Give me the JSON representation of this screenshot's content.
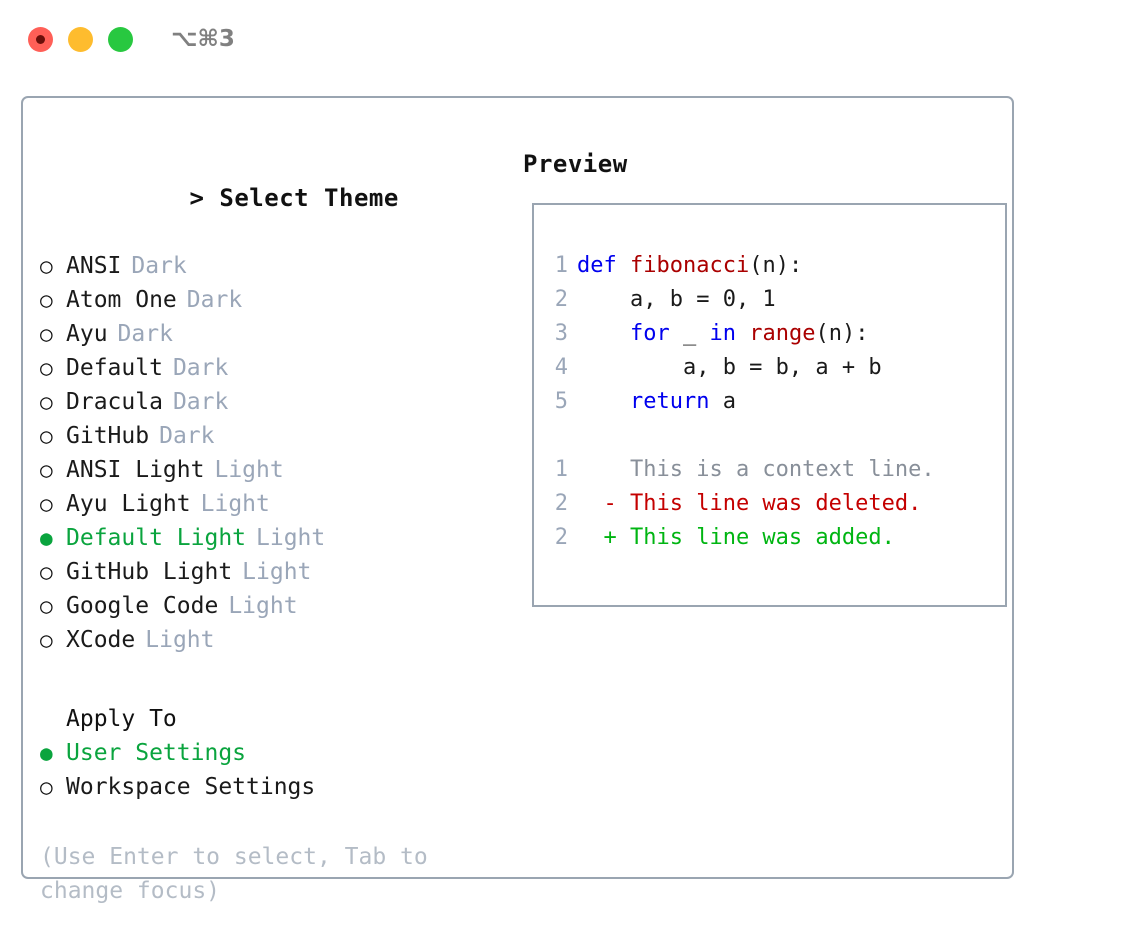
{
  "titlebar": {
    "shortcut": "⌥⌘3",
    "buttons": [
      "close",
      "minimize",
      "maximize"
    ]
  },
  "theme_picker": {
    "heading": "Select Theme",
    "caret": "> ",
    "focused": true,
    "bullet_selected": "●",
    "bullet_unselected": "○",
    "items": [
      {
        "label": "ANSI",
        "suffix": "Dark",
        "selected": false
      },
      {
        "label": "Atom One",
        "suffix": "Dark",
        "selected": false
      },
      {
        "label": "Ayu",
        "suffix": "Dark",
        "selected": false
      },
      {
        "label": "Default",
        "suffix": "Dark",
        "selected": false
      },
      {
        "label": "Dracula",
        "suffix": "Dark",
        "selected": false
      },
      {
        "label": "GitHub",
        "suffix": "Dark",
        "selected": false
      },
      {
        "label": "ANSI Light",
        "suffix": "Light",
        "selected": false
      },
      {
        "label": "Ayu Light",
        "suffix": "Light",
        "selected": false
      },
      {
        "label": "Default Light",
        "suffix": "Light",
        "selected": true
      },
      {
        "label": "GitHub Light",
        "suffix": "Light",
        "selected": false
      },
      {
        "label": "Google Code",
        "suffix": "Light",
        "selected": false
      },
      {
        "label": "XCode",
        "suffix": "Light",
        "selected": false
      }
    ]
  },
  "apply_to": {
    "heading": "Apply To",
    "items": [
      {
        "label": "User Settings",
        "selected": true
      },
      {
        "label": "Workspace Settings",
        "selected": false
      }
    ]
  },
  "hint": "(Use Enter to select, Tab to change focus)",
  "preview": {
    "title": "Preview",
    "code_lines": [
      {
        "num": "1",
        "tokens": [
          {
            "text": "def ",
            "style": "kw"
          },
          {
            "text": "fibonacci",
            "style": "fn"
          },
          {
            "text": "(n):",
            "style": "plain"
          }
        ]
      },
      {
        "num": "2",
        "tokens": [
          {
            "text": "    a, b = 0, 1",
            "style": "plain"
          }
        ]
      },
      {
        "num": "3",
        "tokens": [
          {
            "text": "    ",
            "style": "plain"
          },
          {
            "text": "for",
            "style": "kw"
          },
          {
            "text": " _ ",
            "style": "plain"
          },
          {
            "text": "in ",
            "style": "kw"
          },
          {
            "text": "range",
            "style": "fn"
          },
          {
            "text": "(n):",
            "style": "plain"
          }
        ]
      },
      {
        "num": "4",
        "tokens": [
          {
            "text": "        a, b = b, a + b",
            "style": "plain"
          }
        ]
      },
      {
        "num": "5",
        "tokens": [
          {
            "text": "    ",
            "style": "plain"
          },
          {
            "text": "return",
            "style": "kw"
          },
          {
            "text": " a",
            "style": "plain"
          }
        ]
      }
    ],
    "diff_lines": [
      {
        "num": "1",
        "marker": " ",
        "text": "This is a context line.",
        "kind": "context"
      },
      {
        "num": "2",
        "marker": "-",
        "text": "This line was deleted.",
        "kind": "deleted"
      },
      {
        "num": "2",
        "marker": "+",
        "text": "This line was added.",
        "kind": "added"
      }
    ]
  },
  "colors": {
    "accent_green": "#0aa43e",
    "muted": "#9aa6b8",
    "hint": "#b4bcc6",
    "border": "#9aa5b1",
    "keyword_blue": "#0000ee",
    "function_red": "#aa0000",
    "diff_add": "#00b512",
    "diff_del": "#c40000",
    "diff_ctx": "#888f99",
    "traffic_red": "#ff5f57",
    "traffic_yellow": "#febc2e",
    "traffic_green": "#28c840"
  }
}
